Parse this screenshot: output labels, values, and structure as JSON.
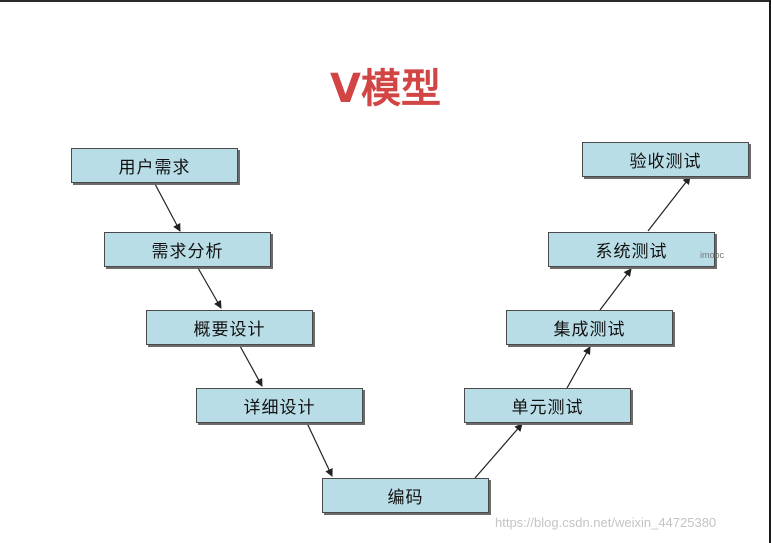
{
  "title": "V模型",
  "left_branch": {
    "user_requirements": "用户需求",
    "requirements_analysis": "需求分析",
    "high_level_design": "概要设计",
    "detailed_design": "详细设计"
  },
  "bottom": {
    "coding": "编码"
  },
  "right_branch": {
    "unit_testing": "单元测试",
    "integration_testing": "集成测试",
    "system_testing": "系统测试",
    "acceptance_testing": "验收测试"
  },
  "side_text": "imooc",
  "watermark": "https://blog.csdn.net/weixin_44725380",
  "colors": {
    "title": "#d24545",
    "box_fill": "#b9dde6",
    "box_border": "#4a4a4a"
  }
}
